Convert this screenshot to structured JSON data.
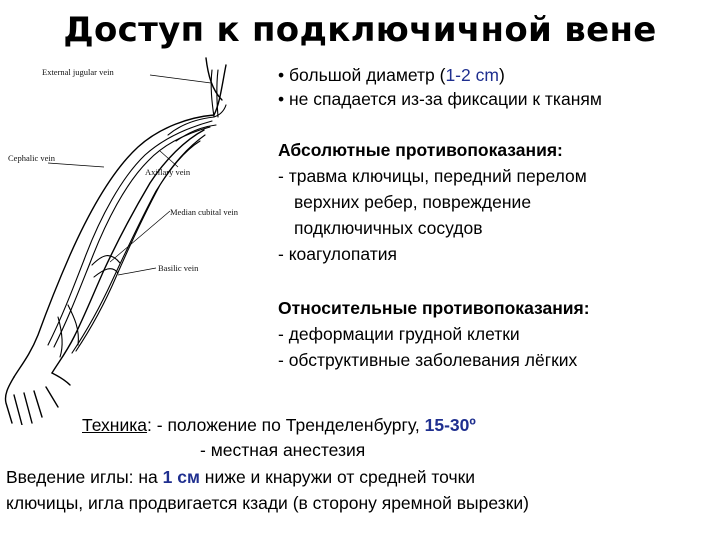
{
  "title": "Доступ к подключичной вене",
  "illustration": {
    "labels": {
      "external_jugular": "External jugular vein",
      "cephalic": "Cephalic vein",
      "axillary": "Axillary vein",
      "median_cubital": "Median cubital vein",
      "basilic": "Basilic vein"
    }
  },
  "advantages": {
    "line1_pre": "• большой диаметр (",
    "line1_num": "1-2 cm",
    "line1_post": ")",
    "line2": "• не спадается из-за фиксации к тканям"
  },
  "absolute": {
    "heading": "Абсолютные противопоказания:",
    "items": [
      "- травма ключицы, передний перелом",
      "верхних ребер, повреждение",
      "подключичных сосудов",
      "- коагулопатия"
    ]
  },
  "relative": {
    "heading": "Относительные противопоказания:",
    "items": [
      "- деформации грудной клетки",
      "- обструктивные заболевания лёгких"
    ]
  },
  "technique": {
    "label": "Техника",
    "line1_pre": ": - положение по Тренделенбургу, ",
    "line1_num": "15-30º",
    "line2": "- местная анестезия",
    "needle_pre": "Введение иглы: на ",
    "needle_num": "1 см",
    "needle_post": " ниже и кнаружи от средней точки",
    "needle_line2": "ключицы, игла продвигается кзади (в сторону яремной вырезки)"
  }
}
